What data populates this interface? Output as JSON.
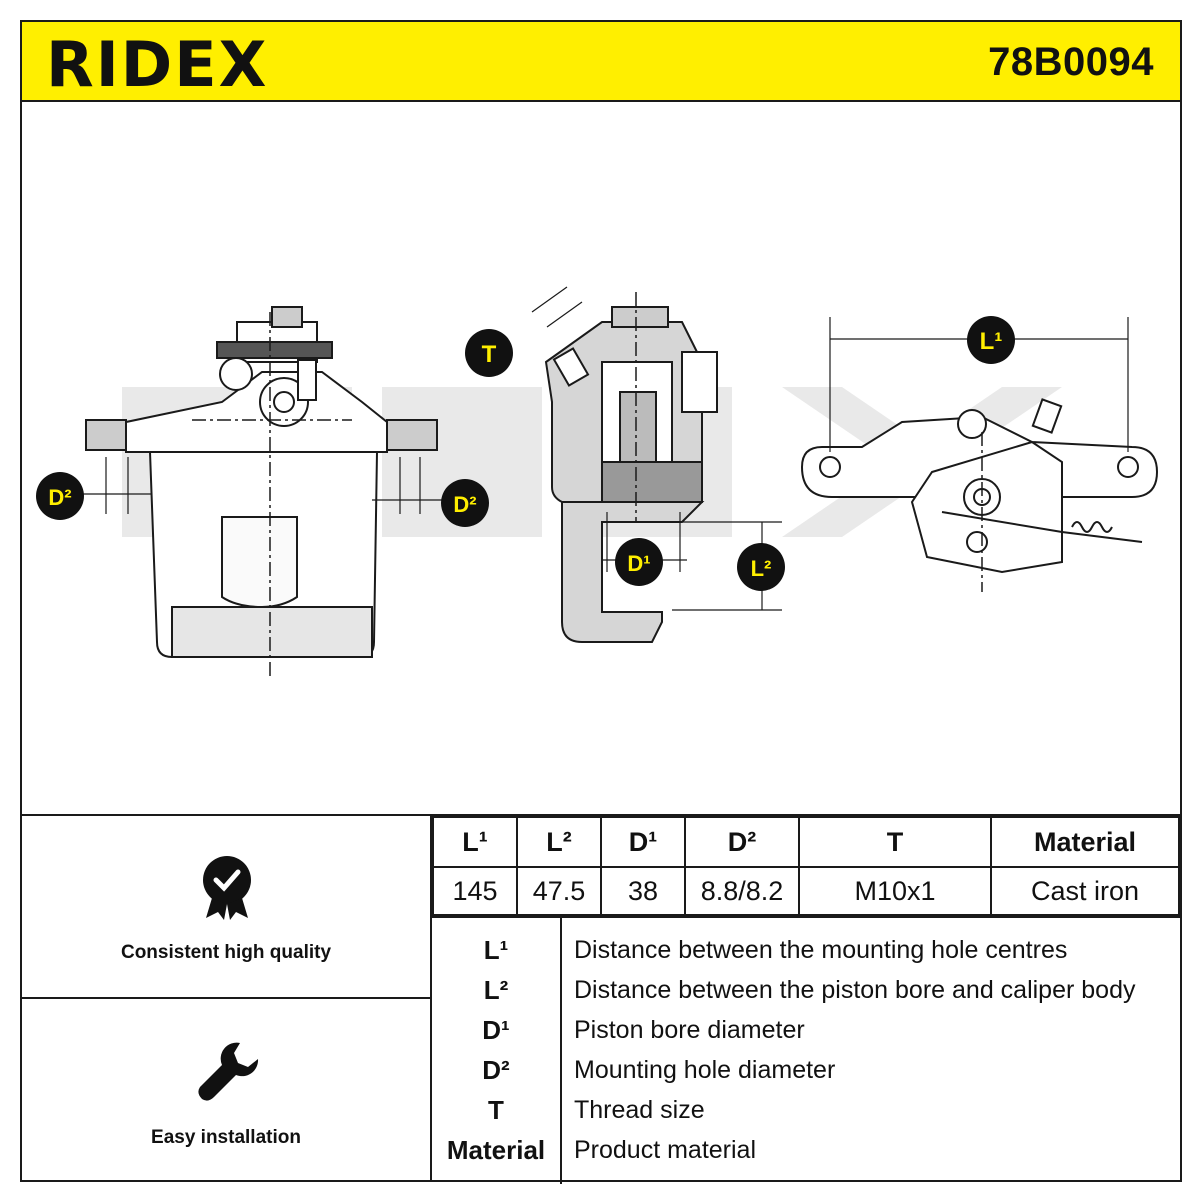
{
  "header": {
    "brand": "RIDEX",
    "part_number": "78B0094",
    "background_color": "#ffef00"
  },
  "drawing": {
    "badges": {
      "t": "T",
      "l1": "L¹",
      "l2": "L²",
      "d1": "D¹",
      "d2": "D²"
    },
    "badge_color": "#111111",
    "badge_text_color": "#ffef00"
  },
  "features": [
    {
      "icon": "quality-badge-icon",
      "label": "Consistent high quality"
    },
    {
      "icon": "wrench-icon",
      "label": "Easy installation"
    }
  ],
  "spec_table": {
    "headers": [
      "L¹",
      "L²",
      "D¹",
      "D²",
      "T",
      "Material"
    ],
    "values": [
      "145",
      "47.5",
      "38",
      "8.8/8.2",
      "M10x1",
      "Cast iron"
    ]
  },
  "legend": [
    {
      "key": "L¹",
      "description": "Distance between the mounting hole centres"
    },
    {
      "key": "L²",
      "description": "Distance between the piston bore and caliper body"
    },
    {
      "key": "D¹",
      "description": "Piston bore diameter"
    },
    {
      "key": "D²",
      "description": "Mounting hole diameter"
    },
    {
      "key": "T",
      "description": "Thread size"
    },
    {
      "key": "Material",
      "description": "Product material"
    }
  ]
}
